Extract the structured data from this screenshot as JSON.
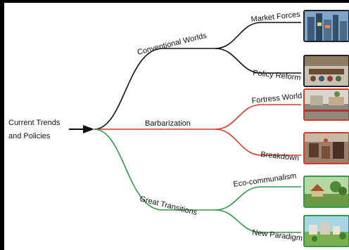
{
  "root": {
    "line1": "Current Trends",
    "line2": "and Policies"
  },
  "branches": [
    {
      "label": "Conventional Worlds",
      "color": "#111111",
      "leaves": [
        {
          "label": "Market Forces",
          "image": "city-skyline-image"
        },
        {
          "label": "Policy Reform",
          "image": "meeting-hall-image"
        }
      ]
    },
    {
      "label": "Barbarization",
      "color": "#d23a2a",
      "leaves": [
        {
          "label": "Fortress World",
          "image": "fortified-compound-image"
        },
        {
          "label": "Breakdown",
          "image": "ruined-market-image"
        }
      ]
    },
    {
      "label": "Great Transitions",
      "color": "#2f9a4a",
      "leaves": [
        {
          "label": "Eco-communalism",
          "image": "village-garden-image"
        },
        {
          "label": "New Paradigm",
          "image": "green-community-image"
        }
      ]
    }
  ]
}
